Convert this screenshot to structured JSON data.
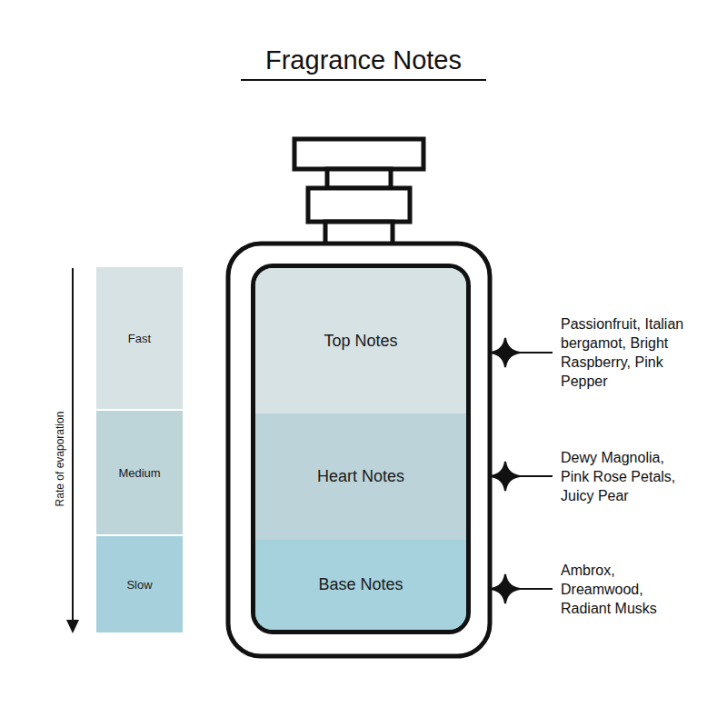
{
  "diagram": {
    "title": "Fragrance Notes",
    "nodes": [
      {
        "text": [
          "Fast"
        ]
      },
      {
        "text": [
          "Medium"
        ]
      },
      {
        "text": [
          "Slow"
        ]
      },
      {
        "text": [
          "Top Notes"
        ]
      },
      {
        "text": [
          "Heart Notes"
        ]
      },
      {
        "text": [
          "Base Notes"
        ]
      }
    ],
    "labels": [
      "Rate of evaporation",
      "Passionfruit, Italian bergamot, Bright Raspberry, Pink Pepper",
      "Dewy Magnolia, Pink Rose Petals, Juicy Pear",
      "Ambrox, Dreamwood, Radiant Musks"
    ]
  }
}
